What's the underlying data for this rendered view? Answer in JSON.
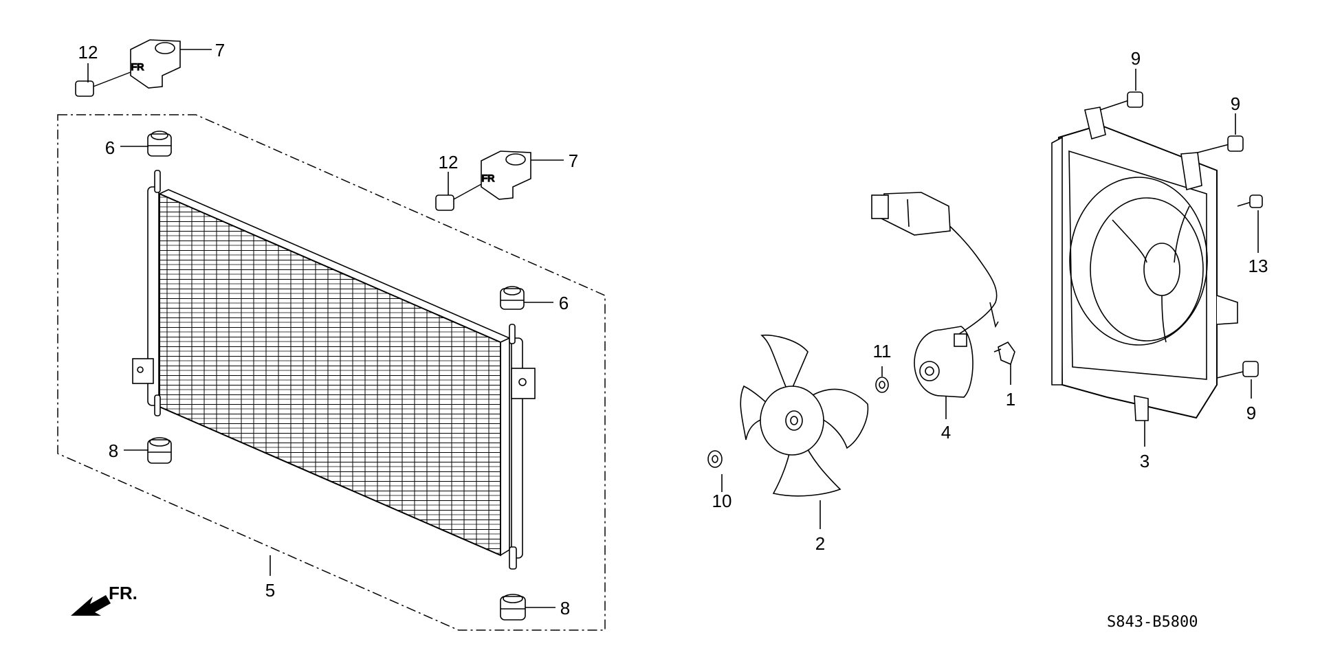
{
  "diagram_code": "S843-B5800",
  "front_marker": "FR.",
  "colors": {
    "ink": "#000000",
    "paper": "#ffffff"
  },
  "callouts": {
    "c1": "1",
    "c2": "2",
    "c3": "3",
    "c4": "4",
    "c5": "5",
    "c6a": "6",
    "c6b": "6",
    "c7a": "7",
    "c7b": "7",
    "c8a": "8",
    "c8b": "8",
    "c9a": "9",
    "c9b": "9",
    "c9c": "9",
    "c10": "10",
    "c11": "11",
    "c12a": "12",
    "c12b": "12",
    "c13": "13"
  },
  "icons": [
    "front-arrow-icon"
  ]
}
